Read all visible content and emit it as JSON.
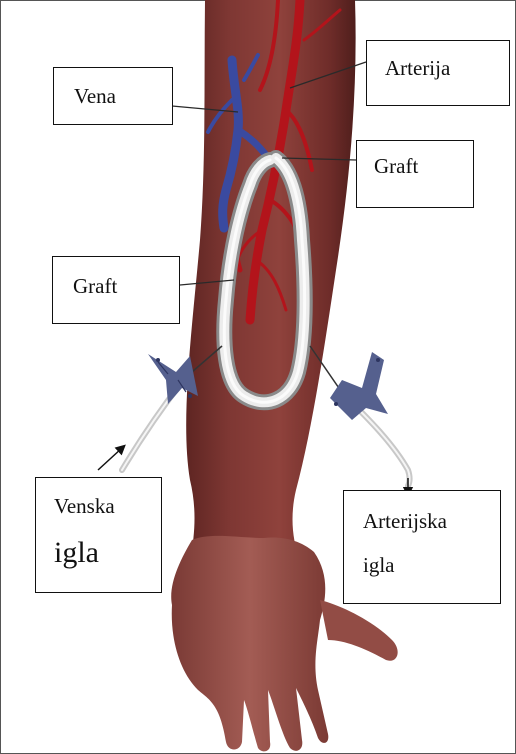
{
  "labels": {
    "vena": "Vena",
    "arterija": "Arterija",
    "graft_right": "Graft",
    "graft_left": "Graft",
    "venska_line1": "Venska",
    "venska_line2": "igla",
    "arterijska_line1": "Arterijska",
    "arterijska_line2": "igla"
  },
  "colors": {
    "skin": "#7d3430",
    "skin_light": "#a45a52",
    "artery": "#b3141b",
    "vein": "#3a4aa0",
    "graft": "#e2e2e2",
    "needle_hub": "#55608e"
  }
}
